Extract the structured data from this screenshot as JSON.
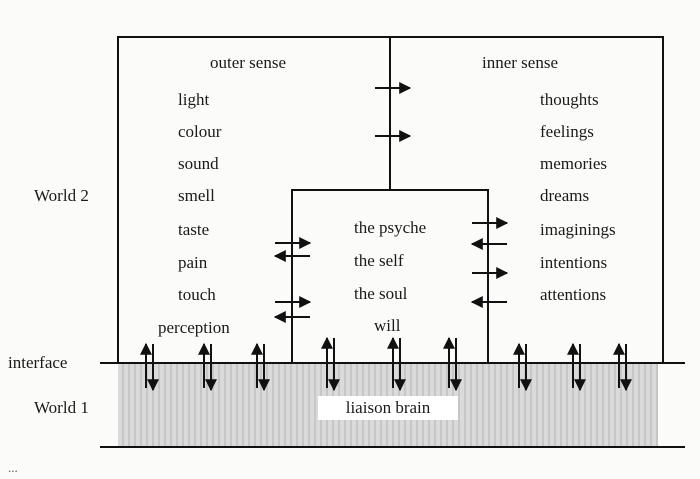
{
  "side_labels": {
    "world2": "World 2",
    "interface": "interface",
    "world1": "World 1"
  },
  "outer_sense": {
    "heading": "outer sense",
    "items": [
      "light",
      "colour",
      "sound",
      "smell",
      "taste",
      "pain",
      "touch",
      "perception"
    ]
  },
  "inner_sense": {
    "heading": "inner sense",
    "items": [
      "thoughts",
      "feelings",
      "memories",
      "dreams",
      "imaginings",
      "intentions",
      "attentions"
    ]
  },
  "psyche": {
    "items": [
      "the psyche",
      "the self",
      "the soul",
      "will"
    ]
  },
  "brain": {
    "label": "liaison brain"
  },
  "caption": "...",
  "colors": {
    "line": "#111111",
    "brain_fill": "#d9d9d9",
    "brain_stripe": "#b5b5b5"
  }
}
